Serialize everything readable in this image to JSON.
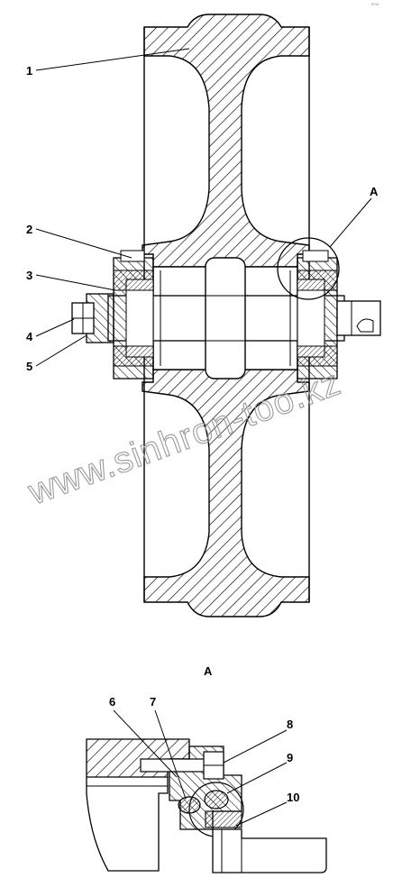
{
  "watermark": "www.sinhron-too.kz",
  "corner_mark": "iPmt",
  "detail_marker": "A",
  "detail_title": "A",
  "callouts": [
    "1",
    "2",
    "3",
    "4",
    "5",
    "6",
    "7",
    "8",
    "9",
    "10"
  ]
}
